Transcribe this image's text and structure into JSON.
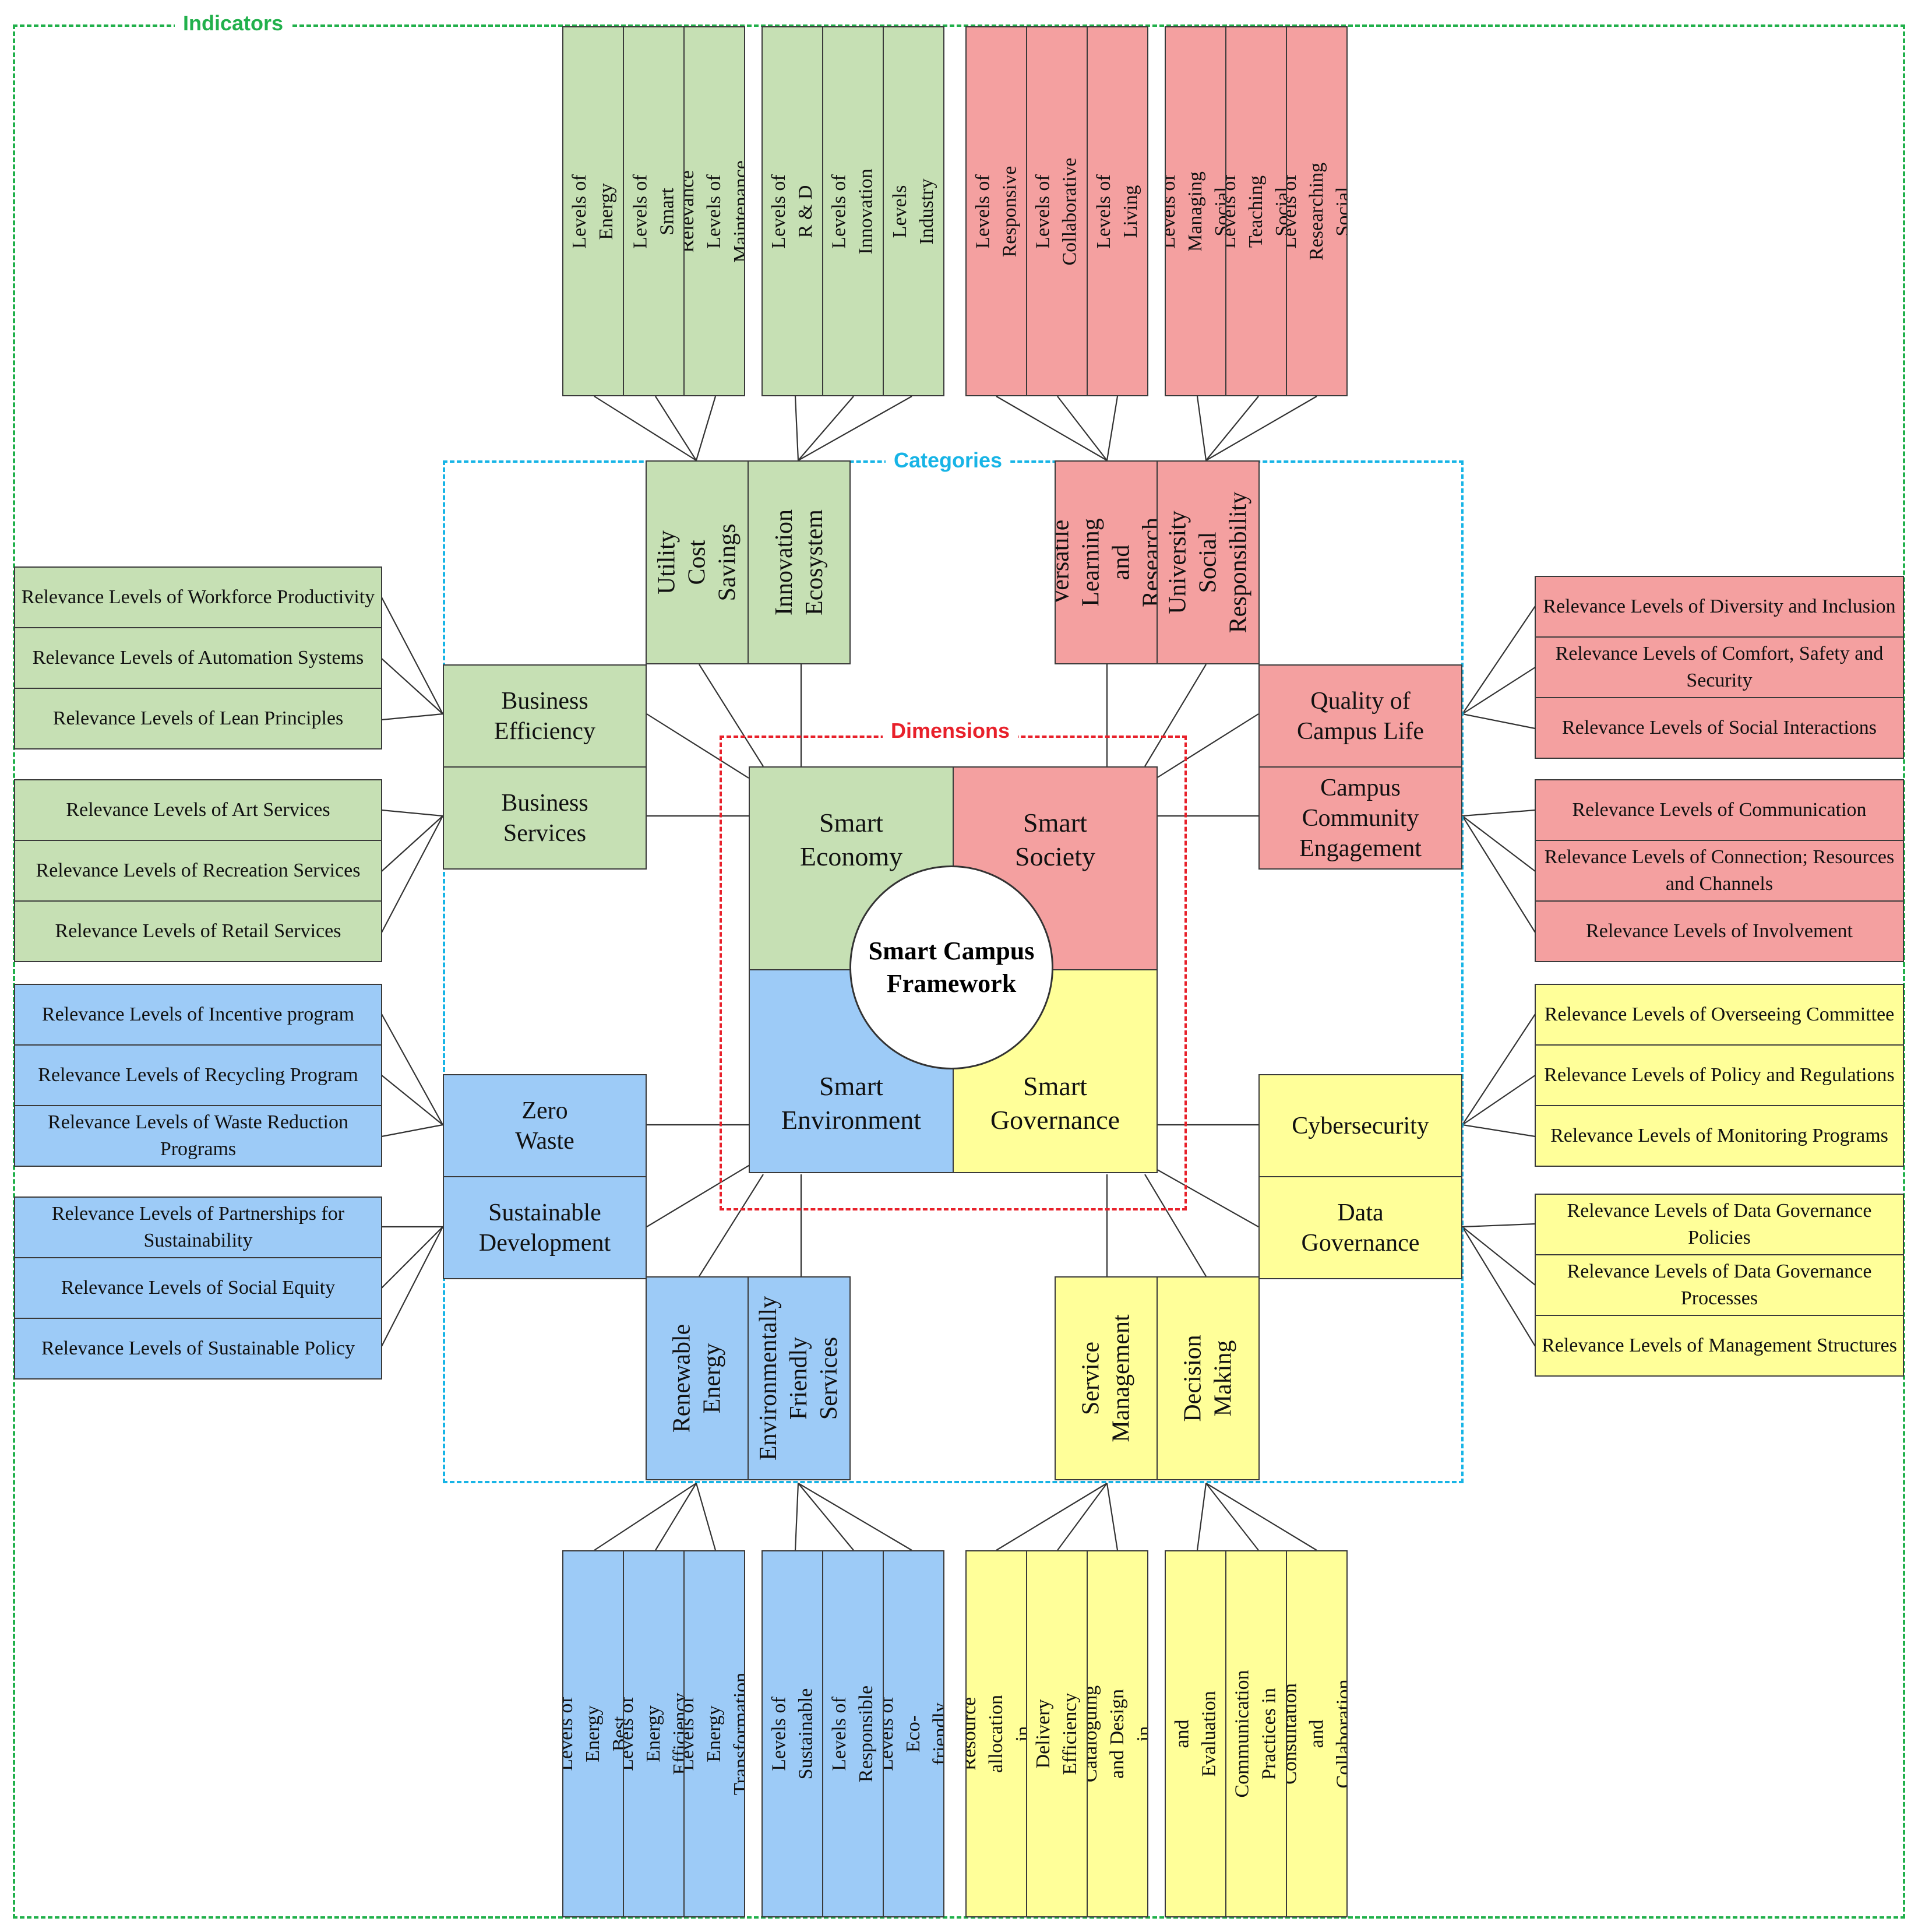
{
  "frames": {
    "indicators": {
      "label": "Indicators",
      "color": "#21b04b"
    },
    "categories": {
      "label": "Categories",
      "color": "#17b4e6"
    },
    "dimensions": {
      "label": "Dimensions",
      "color": "#e8202a"
    }
  },
  "center": {
    "title": "Smart Campus Framework"
  },
  "dimensions": {
    "economy": "Smart Economy",
    "society": "Smart Society",
    "environment": "Smart Environment",
    "governance": "Smart Governance"
  },
  "categories": {
    "utility_cost_savings": "Utility Cost Savings",
    "innovation_ecosystem": "Innovation Ecosystem",
    "versatile_learning": "Versatile Learning and Research",
    "university_social_responsibility": "University Social Responsibility",
    "business_efficiency": "Business Efficiency",
    "business_services": "Business Services",
    "quality_of_campus_life": "Quality of Campus Life",
    "campus_community_engagement": "Campus Community Engagement",
    "zero_waste": "Zero Waste",
    "sustainable_development": "Sustainable Development",
    "cybersecurity": "Cybersecurity",
    "data_governance": "Data Governance",
    "renewable_energy": "Renewable Energy",
    "environmentally_friendly_services": "Environmentally Friendly Services",
    "service_management": "Service Management",
    "decision_making": "Decision Making"
  },
  "indicators": {
    "top": [
      "Relevance Levels of Energy Saving",
      "Relevance Levels of Smart Monitoring",
      "Relevance Levels of Maintenance",
      "Relevance Levels of R & D Support",
      "Relevance Levels of Innovation Hubs",
      "Relevance Levels Industry Engagement",
      "Relevance Levels of Responsive Curriculum",
      "Relevance Levels of Collaborative Learning",
      "Relevance Levels of Living Labs",
      "Relevance Levels of Managing Social Responsibility",
      "Relevance Levels of Teaching Social Responsibility",
      "Relevance Levels of Researching Social Responsibility"
    ],
    "left": [
      "Relevance Levels of Workforce Productivity",
      "Relevance Levels of Automation Systems",
      "Relevance Levels of Lean Principles",
      "Relevance Levels of Art Services",
      "Relevance Levels of Recreation Services",
      "Relevance Levels of Retail Services",
      "Relevance Levels of Incentive program",
      "Relevance Levels of Recycling Program",
      "Relevance Levels of Waste Reduction Programs",
      "Relevance Levels of Partnerships for Sustainability",
      "Relevance Levels of Social Equity",
      "Relevance Levels of Sustainable Policy"
    ],
    "right": [
      "Relevance Levels of Diversity and Inclusion",
      "Relevance Levels of Comfort, Safety and Security",
      "Relevance Levels of Social Interactions",
      "Relevance Levels of Communication",
      "Relevance Levels of Connection; Resources and Channels",
      "Relevance Levels of Involvement",
      "Relevance Levels of Overseeing Committee",
      "Relevance Levels of Policy and Regulations",
      "Relevance Levels of Monitoring Programs",
      "Relevance Levels of Data Governance Policies",
      "Relevance Levels of Data Governance Processes",
      "Relevance Levels of Management Structures"
    ],
    "bottom": [
      "Relevance Levels of Energy Best Practices",
      "Relevance Levels of Energy Efficiency Systems",
      "Relevance Levels of Energy Transformation Culture",
      "Relevance Levels of Sustainable Lifestyle",
      "Relevance Levels of Responsible Suppliers",
      "Relevance Levels of Eco-friendly Initiatives",
      "Relevance Levels of Resource allocation in Decision-making",
      "Relevance Levels of Service Delivery Efficiency in Decision-making",
      "Relevance Levels of Cataloguing and Design in Decision-making",
      "Relevance Levels of Monitoring and Evaluation in Decision-making",
      "Relevance Levels of Communication Practices in Decision-making",
      "Relevance Levels of Consultation and Collaboration in Decision-making"
    ]
  },
  "colors": {
    "economy": "#c6e0b4",
    "society": "#f4a0a0",
    "environment": "#9dcbf7",
    "governance": "#ffff99"
  }
}
